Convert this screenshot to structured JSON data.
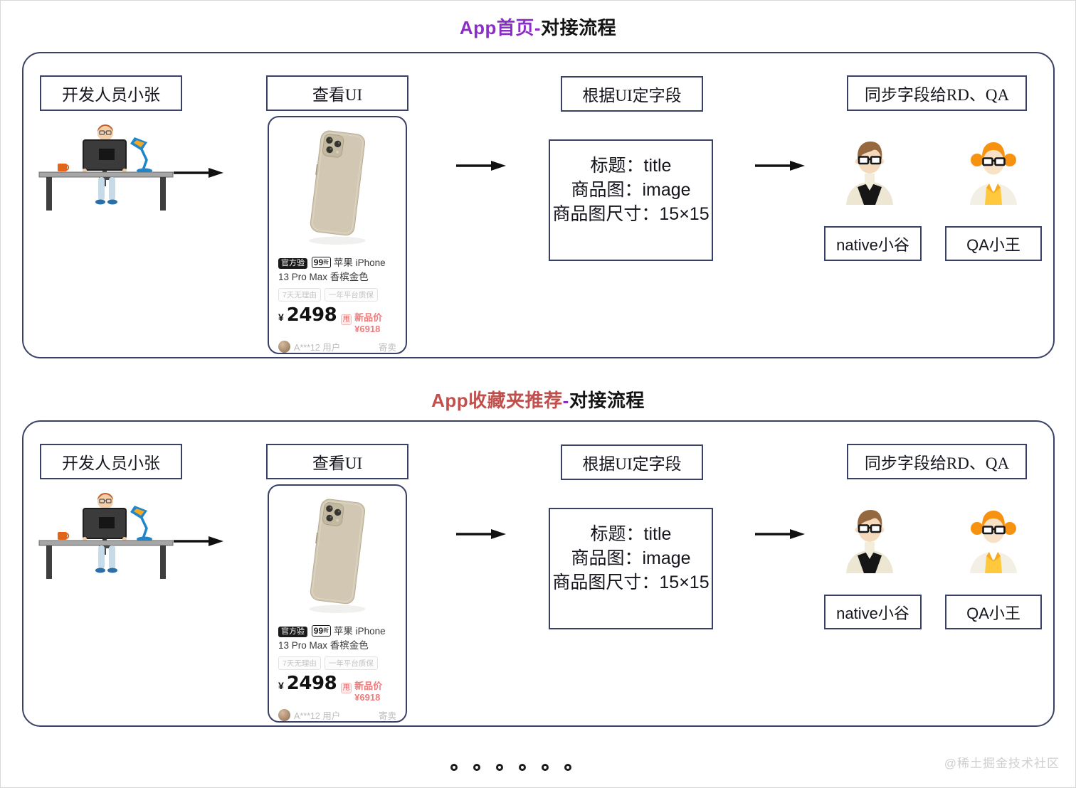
{
  "page": {
    "watermark": "@稀土掘金技术社区"
  },
  "colors": {
    "accent_purple": "#8A2FC5",
    "accent_red": "#C0504D",
    "outline_navy": "#3A4166",
    "arrow_black": "#111111",
    "price_red": "#EC7C7C"
  },
  "sections": [
    {
      "title_highlight": "App首页",
      "title_separator": "-",
      "title_rest": "对接流程"
    },
    {
      "title_highlight": "App收藏夹推荐",
      "title_separator": "-",
      "title_rest": "对接流程"
    }
  ],
  "flow": {
    "steps": {
      "developer": "开发人员小张",
      "view_ui": "查看UI",
      "define_fields": "根据UI定字段",
      "sync_fields": "同步字段给RD、QA"
    },
    "fields": {
      "line1": "标题：title",
      "line2": "商品图：image",
      "line3": "商品图尺寸：15×15"
    },
    "people": {
      "rd": "native小谷",
      "qa": "QA小王"
    },
    "product_card": {
      "badge_official": "官方验",
      "badge_condition_num": "99",
      "badge_condition_suffix": "新",
      "title": "苹果 iPhone 13 Pro Max 香槟金色",
      "tag1": "7天无理由",
      "tag2": "一年平台质保",
      "currency": "¥",
      "price": "2498",
      "price_badge": "甩",
      "new_price_label": "新品价¥6918",
      "seller": "A***12 用户",
      "consign": "寄卖"
    }
  },
  "pagination": {
    "count": 6
  }
}
